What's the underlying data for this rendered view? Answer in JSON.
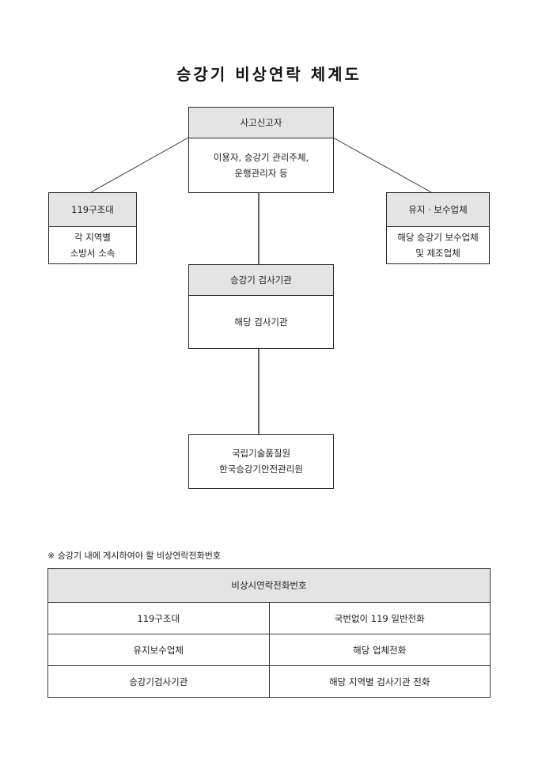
{
  "title": "승강기 비상연락 체계도",
  "diagram": {
    "reporter": {
      "header": "사고신고자",
      "body": [
        "이용자, 승강기 관리주체,",
        "운행관리자 등"
      ]
    },
    "fire_rescue": {
      "header": "119구조대",
      "body": [
        "각 지역별",
        "소방서 소속"
      ]
    },
    "maintenance": {
      "header": "유지 · 보수업체",
      "body": [
        "해당 승강기 보수업체",
        "및 제조업체"
      ]
    },
    "inspection": {
      "header": "승강기 검사기관",
      "body": [
        "해당 검사기관"
      ]
    },
    "agencies": {
      "body": [
        "국립기술품질원",
        "한국승강기안전관리원"
      ]
    }
  },
  "note": "※ 승강기 내에 게시하여야 할 비상연락전화번호",
  "phone_table": {
    "header": "비상시연락전화번호",
    "rows": [
      {
        "name": "119구조대",
        "number": "국번없이 119 일반전화"
      },
      {
        "name": "유지보수업체",
        "number": "해당 업체전화"
      },
      {
        "name": "승강기검사기관",
        "number": "해당 지역별 검사기관 전화"
      }
    ]
  }
}
